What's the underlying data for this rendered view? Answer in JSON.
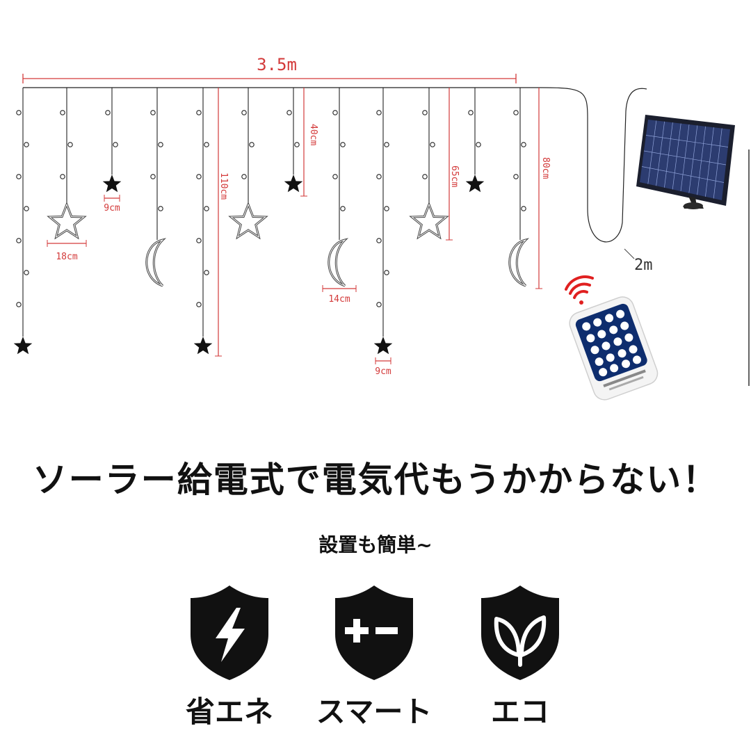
{
  "diagram": {
    "width_label": "3.5m",
    "cable_label": "2m",
    "star_small_label_1": "9cm",
    "star_large_label": "18cm",
    "moon_label": "14cm",
    "star_small_label_2": "9cm",
    "drop_40_label": "40cm",
    "drop_65_label": "65cm",
    "drop_80_label": "80cm",
    "drop_110_label": "110cm"
  },
  "headline": "ソーラー給電式で電気代もうかからない！",
  "subheadline": "設置も簡単~",
  "features": [
    {
      "label": "省エネ",
      "icon": "lightning-shield-icon"
    },
    {
      "label": "スマート",
      "icon": "plus-minus-shield-icon"
    },
    {
      "label": "エコ",
      "icon": "leaf-shield-icon"
    }
  ],
  "colors": {
    "dimension": "#d33a3a",
    "text": "#111111"
  }
}
